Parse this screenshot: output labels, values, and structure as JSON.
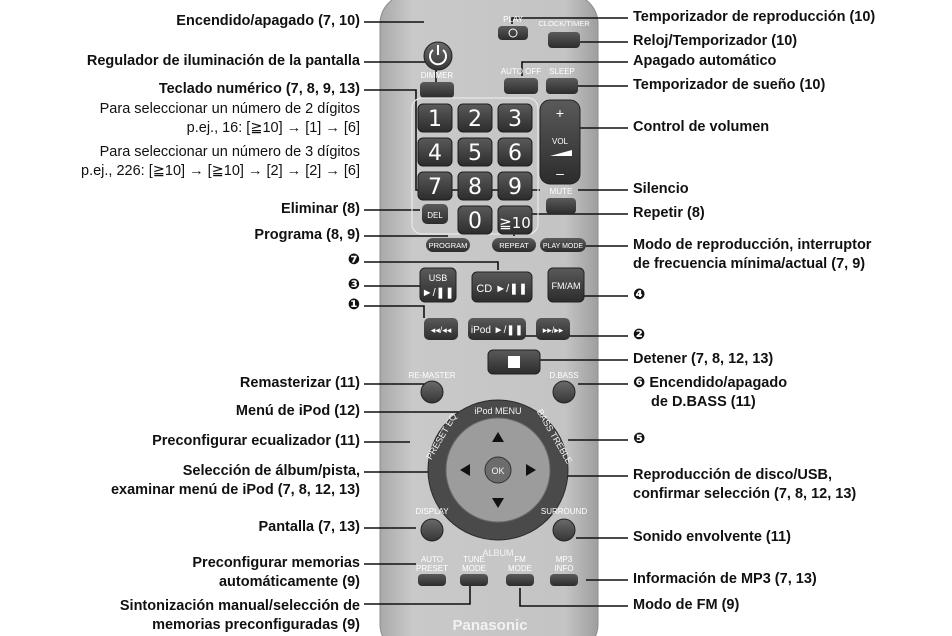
{
  "left_labels": [
    {
      "id": "power",
      "text": "Encendido/apagado (7, 10)"
    },
    {
      "id": "dimmer",
      "text": "Regulador de iluminación de la pantalla"
    },
    {
      "id": "numeric",
      "text": "Teclado numérico (7, 8, 9, 13)"
    },
    {
      "id": "two_digits_1",
      "text": "Para seleccionar un número de 2 dígitos"
    },
    {
      "id": "two_digits_2",
      "text": "p.ej., 16: [≧10] → [1] → [6]"
    },
    {
      "id": "three_digits_1",
      "text": "Para seleccionar un número de 3 dígitos"
    },
    {
      "id": "three_digits_2",
      "text": "p.ej., 226: [≧10] → [≧10] → [2] → [2] → [6]"
    },
    {
      "id": "delete",
      "text": "Eliminar (8)"
    },
    {
      "id": "program",
      "text": "Programa (8, 9)"
    },
    {
      "id": "remaster",
      "text": "Remasterizar (11)"
    },
    {
      "id": "ipod_menu",
      "text": "Menú de iPod (12)"
    },
    {
      "id": "preset_eq",
      "text": "Preconfigurar ecualizador (11)"
    },
    {
      "id": "album_1",
      "text": "Selección de álbum/pista,"
    },
    {
      "id": "album_2",
      "text": "examinar menú de iPod (7, 8, 12, 13)"
    },
    {
      "id": "display",
      "text": "Pantalla (7, 13)"
    },
    {
      "id": "auto_preset_1",
      "text": "Preconfigurar memorias"
    },
    {
      "id": "auto_preset_2",
      "text": "automáticamente (9)"
    },
    {
      "id": "tune_mode_1",
      "text": "Sintonización manual/selección de"
    },
    {
      "id": "tune_mode_2",
      "text": "memorias preconfiguradas (9)"
    }
  ],
  "right_labels": [
    {
      "id": "play_timer",
      "text": "Temporizador de reproducción (10)"
    },
    {
      "id": "clock_timer",
      "text": "Reloj/Temporizador (10)"
    },
    {
      "id": "auto_off",
      "text": "Apagado automático"
    },
    {
      "id": "sleep",
      "text": "Temporizador de sueño (10)"
    },
    {
      "id": "volume",
      "text": "Control de volumen"
    },
    {
      "id": "mute",
      "text": "Silencio"
    },
    {
      "id": "repeat",
      "text": "Repetir (8)"
    },
    {
      "id": "play_mode_1",
      "text": "Modo de reproducción, interruptor"
    },
    {
      "id": "play_mode_2",
      "text": "de frecuencia mínima/actual (7, 9)"
    },
    {
      "id": "stop",
      "text": "Detener (7, 8, 12, 13)"
    },
    {
      "id": "dbass_1",
      "text": "Encendido/apagado"
    },
    {
      "id": "dbass_2",
      "text": "de D.BASS (11)"
    },
    {
      "id": "ok_1",
      "text": "Reproducción de disco/USB,"
    },
    {
      "id": "ok_2",
      "text": "confirmar selección (7, 8, 12, 13)"
    },
    {
      "id": "surround",
      "text": "Sonido envolvente (11)"
    },
    {
      "id": "mp3_info",
      "text": "Información de MP3 (7, 13)"
    },
    {
      "id": "fm_mode",
      "text": "Modo de FM (9)"
    }
  ],
  "callout_numbers": {
    "n1": "❶",
    "n2": "❷",
    "n3": "❸",
    "n4": "❹",
    "n5": "❺",
    "n6": "❻",
    "n7": "❼"
  },
  "buttons": {
    "play": "PLAY",
    "clock_timer": "CLOCK/TIMER",
    "dimmer": "DIMMER",
    "auto_off": "AUTO OFF",
    "sleep": "SLEEP",
    "digits": [
      "1",
      "2",
      "3",
      "4",
      "5",
      "6",
      "7",
      "8",
      "9"
    ],
    "zero": "0",
    "ten_plus": "≧10",
    "vol": "VOL",
    "mute": "MUTE",
    "del": "DEL",
    "program": "PROGRAM",
    "repeat": "REPEAT",
    "play_mode": "PLAY MODE",
    "usb": "USB",
    "cd": "CD",
    "fm_am": "FM/AM",
    "ipod": "iPod",
    "remaster": "RE-MASTER",
    "dbass": "D.BASS",
    "ipod_menu": "iPod MENU",
    "preset_eq": "PRESET EQ",
    "bass_treble": "BASS TREBLE",
    "ok": "OK",
    "display": "DISPLAY",
    "album": "ALBUM",
    "surround": "SURROUND",
    "auto": "AUTO",
    "preset": "PRESET",
    "tune": "TUNE",
    "mode": "MODE",
    "fm": "FM",
    "mp3": "MP3",
    "info": "INFO"
  },
  "brand": "Panasonic",
  "colors": {
    "remote_body": "#b9b9b9",
    "key_dark": "#3b3b3b",
    "text": "#111111"
  }
}
